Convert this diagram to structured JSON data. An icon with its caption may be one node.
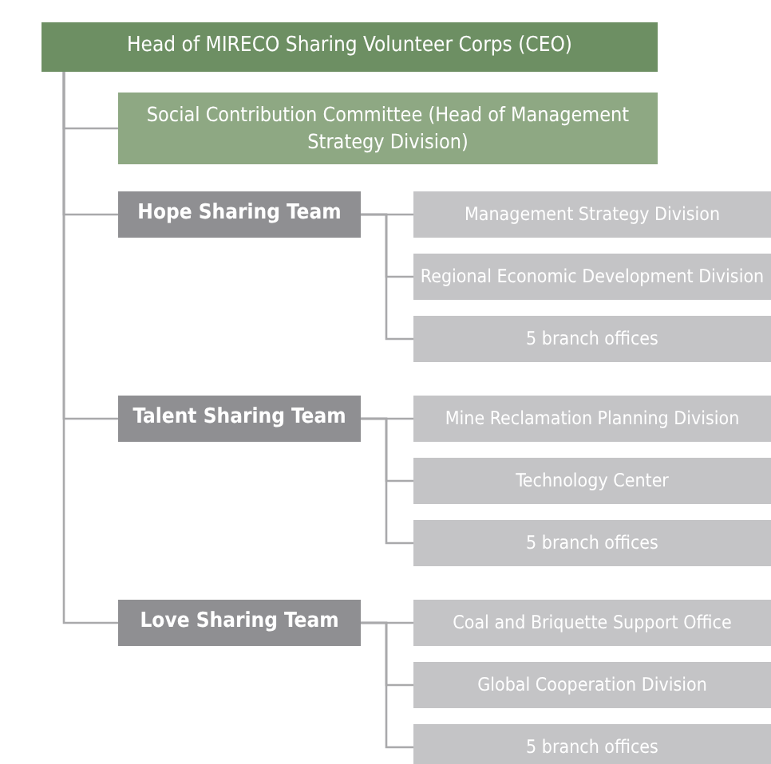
{
  "diagram": {
    "nodes": [
      {
        "text": [
          "Head of MIRECO Sharing Volunteer Corps (CEO)"
        ]
      },
      {
        "text": [
          "Social Contribution Committee (Head of Management Strategy Division)"
        ]
      },
      {
        "text": [
          "Hope Sharing Team"
        ]
      },
      {
        "text": [
          "Management Strategy Division"
        ]
      },
      {
        "text": [
          "Regional Economic Development Division"
        ]
      },
      {
        "text": [
          "5 branch offices"
        ]
      },
      {
        "text": [
          "Talent Sharing Team"
        ]
      },
      {
        "text": [
          "Mine Reclamation Planning Division"
        ]
      },
      {
        "text": [
          "Technology Center"
        ]
      },
      {
        "text": [
          "5 branch offices"
        ]
      },
      {
        "text": [
          "Love Sharing Team"
        ]
      },
      {
        "text": [
          "Coal and Briquette Support Office"
        ]
      },
      {
        "text": [
          "Global Cooperation Division"
        ]
      },
      {
        "text": [
          "5 branch offices"
        ]
      }
    ],
    "edges": [
      {
        "from": 0,
        "to": 1,
        "arrow": "none"
      },
      {
        "from": 0,
        "to": 2,
        "arrow": "none"
      },
      {
        "from": 0,
        "to": 6,
        "arrow": "none"
      },
      {
        "from": 0,
        "to": 10,
        "arrow": "none"
      },
      {
        "from": 2,
        "to": 3,
        "arrow": "none"
      },
      {
        "from": 2,
        "to": 4,
        "arrow": "none"
      },
      {
        "from": 2,
        "to": 5,
        "arrow": "none"
      },
      {
        "from": 6,
        "to": 7,
        "arrow": "none"
      },
      {
        "from": 6,
        "to": 8,
        "arrow": "none"
      },
      {
        "from": 6,
        "to": 9,
        "arrow": "none"
      },
      {
        "from": 10,
        "to": 11,
        "arrow": "none"
      },
      {
        "from": 10,
        "to": 12,
        "arrow": "none"
      },
      {
        "from": 10,
        "to": 13,
        "arrow": "none"
      }
    ]
  }
}
